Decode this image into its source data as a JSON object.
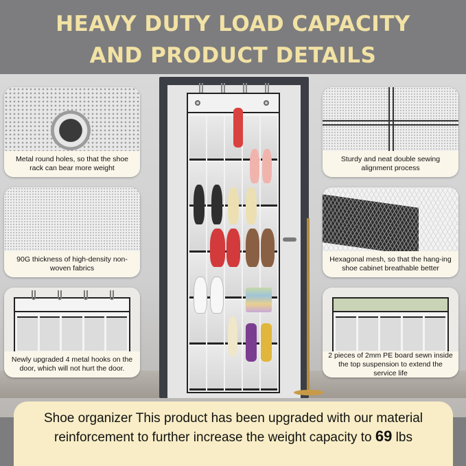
{
  "headline": {
    "line1": "HEAVY DUTY LOAD CAPACITY",
    "line2": "AND PRODUCT DETAILS"
  },
  "colors": {
    "headline": "#f2e2a4",
    "banner": "#f8edc6",
    "background": "#7d7d7f"
  },
  "cards": {
    "metal_holes": "Metal round holes, so that the shoe rack can bear more weight",
    "non_woven": "90G thickness of high-density non-woven fabrics",
    "hooks": "Newly upgraded 4 metal hooks on the door, which will not hurt the door.",
    "sewing": "Sturdy and neat double sewing alignment process",
    "mesh": "Hexagonal mesh, so that the hang-ing shoe cabinet breathable better",
    "pe_board": "2 pieces of 2mm PE board sewn inside the top suspension to extend the service life"
  },
  "banner": {
    "line1": "Shoe organizer  This product has been upgraded with our material",
    "line2_prefix": "reinforcement to further increase the weight capacity to ",
    "capacity": "69",
    "unit": " lbs"
  }
}
